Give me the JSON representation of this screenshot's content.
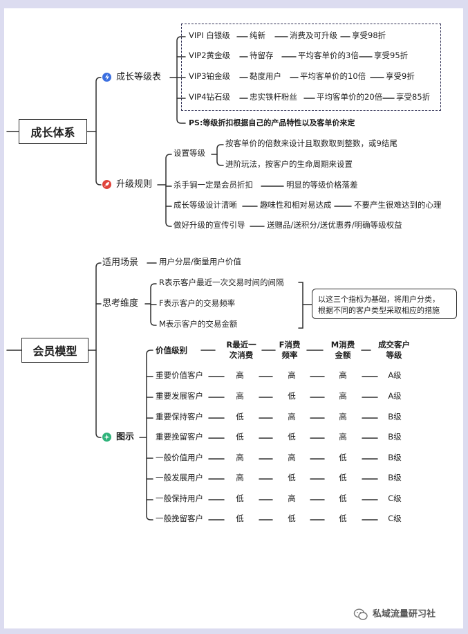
{
  "growth": {
    "title": "成长体系",
    "levels_title": "成长等级表",
    "vip_rows": [
      [
        "VIPI 白银级",
        "纯新",
        "消费及可升级",
        "享受98折"
      ],
      [
        "VIP2黄金级",
        "待留存",
        "平均客单价的3倍",
        "享受95折"
      ],
      [
        "VIP3铂金级",
        "黏度用户",
        "平均客单价的10倍",
        "享受9折"
      ],
      [
        "VIP4钻石级",
        "忠实铁杆粉丝",
        "平均客单价的20倍",
        "享受85折"
      ]
    ],
    "ps_note": "PS:等级折扣根据自己的产品特性以及客单价来定",
    "rules_title": "升级规则",
    "rules": {
      "set_level": "设置等级",
      "set_level_items": [
        "按客单价的倍数来设计且取数取到整数，或9结尾",
        "进阶玩法，按客户的生命周期来设置"
      ],
      "rule2": [
        "杀手锏一定是会员折扣",
        "明显的等级价格落差"
      ],
      "rule3": [
        "成长等级设计清晰",
        "趣味性和相对易达成",
        "不要产生很难达到的心理"
      ],
      "rule4": [
        "做好升级的宣传引导",
        "送赠品/送积分/送优惠券/明确等级权益"
      ]
    }
  },
  "member": {
    "title": "会员模型",
    "scene_label": "适用场景",
    "scene_value": "用户分层/衡量用户价值",
    "dims_label": "思考维度",
    "dims": [
      "R表示客户最近一次交易时间的间隔",
      "F表示客户的交易频率",
      "M表示客户的交易金额"
    ],
    "dims_note": [
      "以这三个指标为基础，将用户分类，",
      "根据不同的客户类型采取相应的措施"
    ],
    "chart_label": "图示",
    "table_headers": [
      [
        "价值级别"
      ],
      [
        "R最近一",
        "次消费"
      ],
      [
        "F消费",
        "频率"
      ],
      [
        "M消费",
        "金额"
      ],
      [
        "成交客户",
        "等级"
      ]
    ],
    "table_rows": [
      [
        "重要价值客户",
        "高",
        "高",
        "高",
        "A级"
      ],
      [
        "重要发展客户",
        "高",
        "低",
        "高",
        "A级"
      ],
      [
        "重要保持客户",
        "低",
        "高",
        "高",
        "B级"
      ],
      [
        "重要挽留客户",
        "低",
        "低",
        "高",
        "B级"
      ],
      [
        "一般价值用户",
        "高",
        "高",
        "低",
        "B级"
      ],
      [
        "一般发展用户",
        "高",
        "低",
        "低",
        "B级"
      ],
      [
        "一般保持用户",
        "低",
        "高",
        "低",
        "C级"
      ],
      [
        "一般挽留客户",
        "低",
        "低",
        "低",
        "C级"
      ]
    ]
  },
  "watermark": "私域流量研习社",
  "icons": {
    "levels": "lightning-icon",
    "rules": "rocket-icon",
    "chart": "sparkle-icon"
  },
  "colors": {
    "blue": "#3b6fe0",
    "red": "#e0443c",
    "green": "#2fb37a",
    "line": "#2e2e2e",
    "dash": "#2a2a50"
  }
}
